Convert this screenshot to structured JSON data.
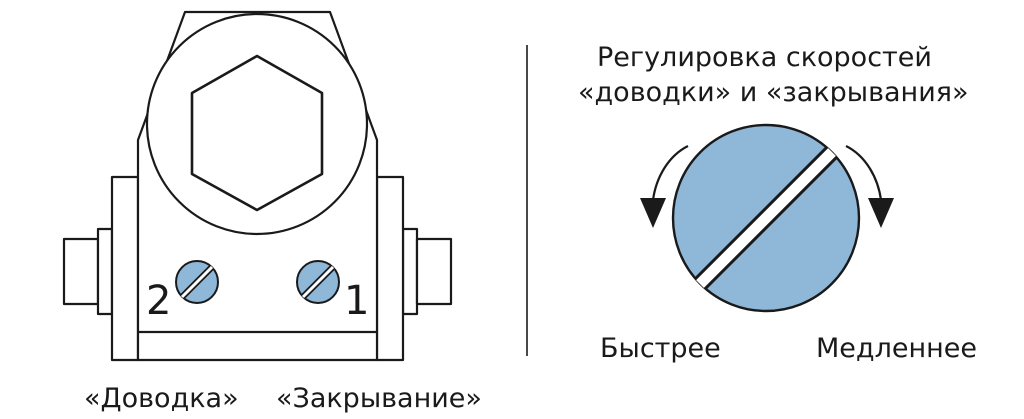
{
  "screw_labels": {
    "left_number": "2",
    "right_number": "1"
  },
  "bottom_labels": {
    "dovodka": "«Доводка»",
    "zakryvanie": "«Закрывание»"
  },
  "adjustment": {
    "title_line1": "Регулировка скоростей",
    "title_line2": "«доводки» и «закрывания»",
    "faster": "Быстрее",
    "slower": "Медленнее"
  },
  "colors": {
    "screw_fill": "#8fb7d8",
    "line": "#1a1a1a",
    "background": "#ffffff"
  }
}
